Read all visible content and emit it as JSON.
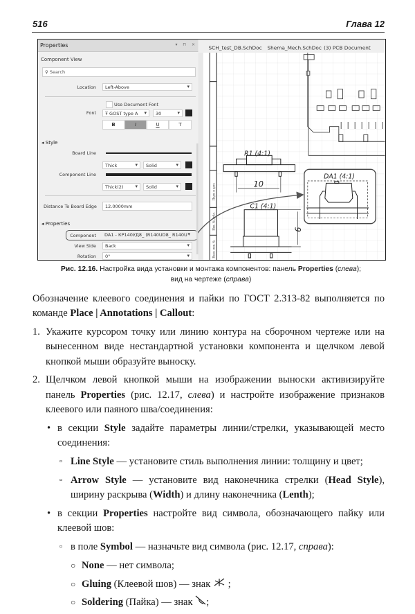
{
  "header": {
    "page_number": "516",
    "chapter": "Глава 12"
  },
  "panel": {
    "title": "Properties",
    "title_buttons": "▾ ⊓ ×",
    "component_view": "Component View",
    "search_placeholder": "Search",
    "location_label": "Location",
    "location_value": "Left-Above",
    "use_doc_font": "Use Document Font",
    "font_label": "Font",
    "font_value": "GOST type A",
    "font_size": "30",
    "font_buttons": [
      "B",
      "I",
      "U",
      "T"
    ],
    "style_section": "Style",
    "board_line_label": "Board Line",
    "board_line_width": "Thick",
    "board_line_style": "Solid",
    "component_line_label": "Component Line",
    "component_line_width": "Thick(2)",
    "component_line_style": "Solid",
    "distance_label": "Distance To Board Edge",
    "distance_value": "12.0000mm",
    "properties_section": "Properties",
    "component_label": "Component",
    "component_value": "DA1 - КР140УД8_ (R140UD8_ R140U",
    "view_side_label": "View Side",
    "view_side_value": "Back",
    "rotation_label": "Rotation",
    "rotation_value": "0°",
    "swatch_color": "#222222"
  },
  "drawing": {
    "tabs": [
      "SCH_test_DB.SchDoc",
      "Shema_Mech.SchDoc",
      "(3) PCB Document"
    ],
    "r1_label": "R1 (4:1)",
    "dim_10": "10",
    "c1_label": "C1 (4:1)",
    "dim_9": "9",
    "da1_label": "DA1 (4:1)",
    "stamp_labels": [
      "Подп. и дата",
      "Инв. № дубл.",
      "Взам. инв. №"
    ]
  },
  "caption": {
    "fig": "Рис. 12.16.",
    "text1": " Настройка вида установки и монтажа компонентов: панель ",
    "properties": "Properties",
    "open1": " (",
    "left": "слева",
    "close1": ");",
    "text2": "вид на чертеже (",
    "right": "справа",
    "close2": ")"
  },
  "body": {
    "intro": {
      "t1": "Обозначение клеевого соединения и пайки по ГОСТ 2.313-82 выполняется по команде ",
      "b1": "Place | Annotations | Callout",
      "t2": ":"
    },
    "item1": {
      "num": "1.",
      "text": "Укажите курсором точку или линию контура на сборочном чертеже или на вынесенном виде нестандартной установки компонента и щелчком левой кнопкой мыши образуйте выноску."
    },
    "item2": {
      "num": "2.",
      "t1": "Щелчком левой кнопкой мыши на изображении выноски активизируйте панель ",
      "b1": "Properties",
      "t2": " (рис. 12.17, ",
      "i1": "слева",
      "t3": ") и настройте изображение признаков клеевого или паяного шва/соединения:"
    },
    "bullet1": {
      "t1": "в секции ",
      "b1": "Style",
      "t2": " задайте параметры линии/стрелки, указывающей место соединения:"
    },
    "sub1": {
      "b1": "Line Style",
      "t1": " — установите стиль выполнения линии: толщину и цвет;"
    },
    "sub2": {
      "b1": "Arrow Style",
      "t1": " — установите вид наконечника стрелки (",
      "b2": "Head Style",
      "t2": "), ширину раскрыва (",
      "b3": "Width",
      "t3": ") и длину наконечника (",
      "b4": "Lenth",
      "t4": ");"
    },
    "bullet2": {
      "t1": "в секции ",
      "b1": "Properties",
      "t2": " настройте вид символа, обозначающего пайку или клеевой шов:"
    },
    "sub3": {
      "t1": "в поле ",
      "b1": "Symbol",
      "t2": " — назначьте вид символа (рис. 12.17, ",
      "i1": "справа",
      "t3": "):"
    },
    "circ1": {
      "b1": "None",
      "t1": " — нет символа;"
    },
    "circ2": {
      "b1": "Gluing",
      "t1": " (Клеевой шов) — знак ",
      "t2": " ;"
    },
    "circ3": {
      "b1": "Soldering",
      "t1": " (Пайка) — знак ",
      "t2": ";"
    },
    "markers": {
      "bullet": "•",
      "square": "▫",
      "circle": "○"
    }
  }
}
